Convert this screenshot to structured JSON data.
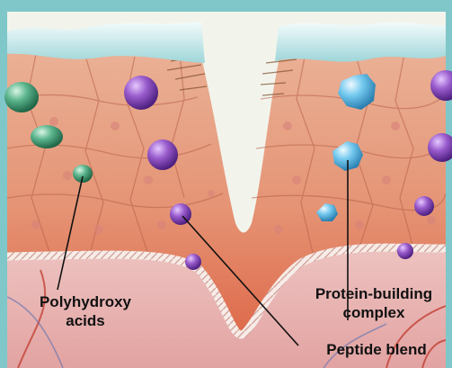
{
  "diagram": {
    "labels": {
      "polyhydroxy_acids": [
        "Polyhydroxy",
        "acids"
      ],
      "protein_building_complex": [
        "Protein-building",
        "complex"
      ],
      "peptide_blend": "Peptide blend"
    },
    "colors": {
      "frame": "#7fc7c9",
      "stratum_corneum": "#a8dde0",
      "epidermis": "#e39070",
      "basal_layer": "#e06c4c",
      "dermis": "#e8b3b0",
      "polyhydroxy_acid_molecule": "#4fa882",
      "peptide_molecule": "#8a4db8",
      "protein_molecule": "#6cc6ec"
    }
  }
}
